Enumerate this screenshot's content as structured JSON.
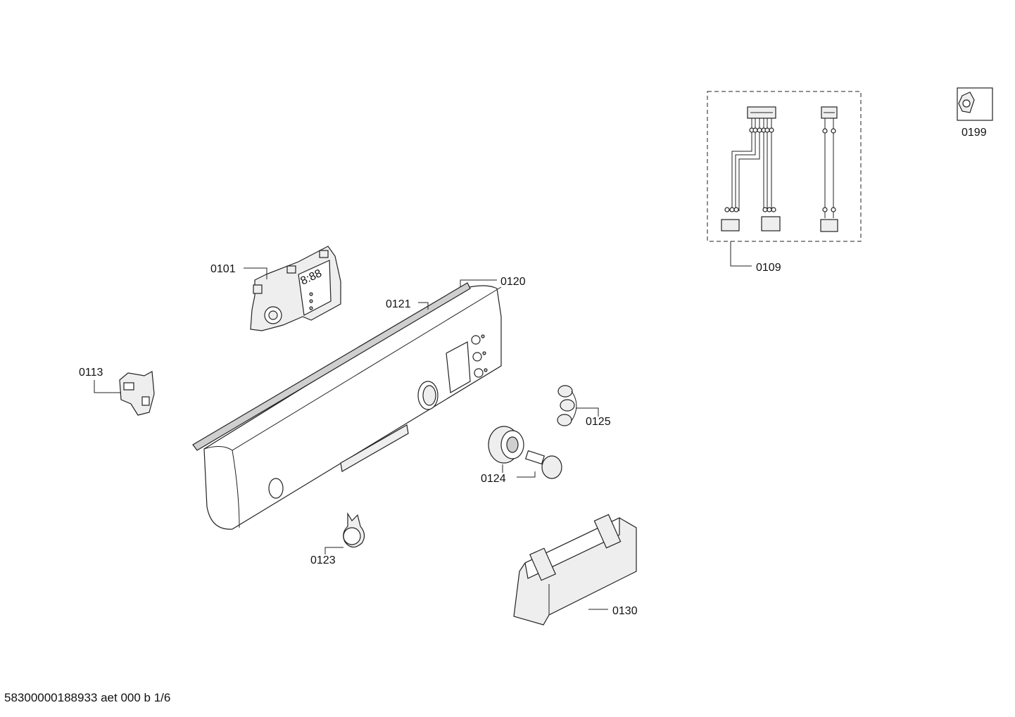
{
  "diagram": {
    "parts": [
      {
        "id": "0101",
        "label": "0101"
      },
      {
        "id": "0109",
        "label": "0109"
      },
      {
        "id": "0113",
        "label": "0113"
      },
      {
        "id": "0120",
        "label": "0120"
      },
      {
        "id": "0121",
        "label": "0121"
      },
      {
        "id": "0123",
        "label": "0123"
      },
      {
        "id": "0124",
        "label": "0124"
      },
      {
        "id": "0125",
        "label": "0125"
      },
      {
        "id": "0130",
        "label": "0130"
      },
      {
        "id": "0199",
        "label": "0199"
      }
    ],
    "display_glyph": "8:88"
  },
  "footer": {
    "document_code": "58300000188933 aet 000 b 1/6"
  }
}
